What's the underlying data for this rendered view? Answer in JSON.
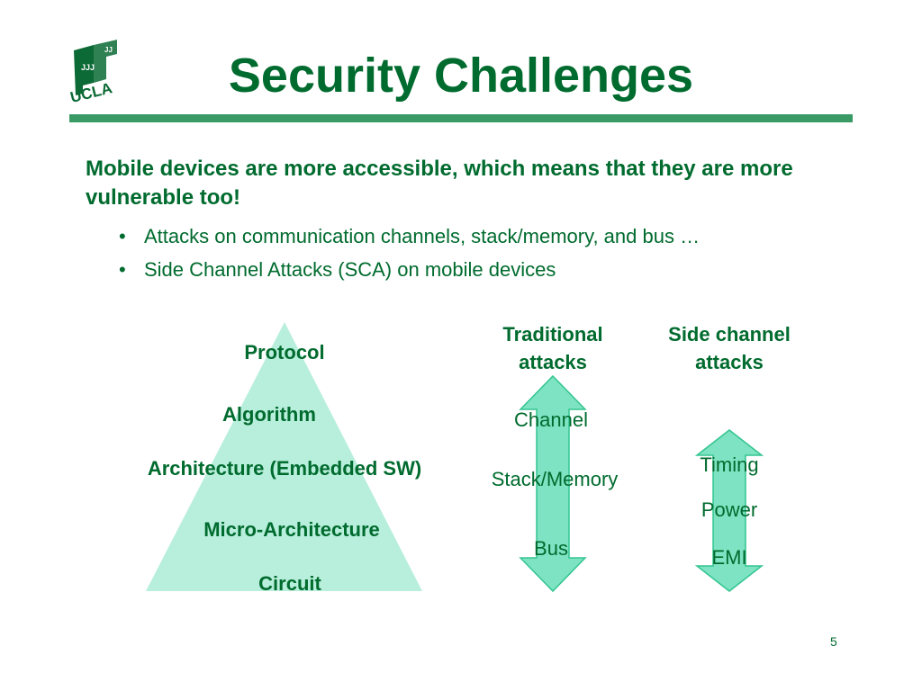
{
  "slide": {
    "title": "Security Challenges",
    "page_number": "5",
    "logo": "UCLA"
  },
  "lead": "Mobile devices are more accessible, which means that they are more vulnerable too!",
  "bullets": [
    "Attacks on communication channels, stack/memory, and bus …",
    "Side Channel Attacks (SCA) on mobile devices"
  ],
  "pyramid": {
    "levels": [
      "Protocol",
      "Algorithm",
      "Architecture (Embedded SW)",
      "Micro-Architecture",
      "Circuit"
    ]
  },
  "traditional": {
    "heading_line1": "Traditional",
    "heading_line2": "attacks",
    "items": [
      "Channel",
      "Stack/Memory",
      "Bus"
    ]
  },
  "side_channel": {
    "heading_line1": "Side channel",
    "heading_line2": "attacks",
    "items": [
      "Timing",
      "Power",
      "EMI"
    ]
  },
  "colors": {
    "title_green": "#006b2e",
    "rule_green": "#3a9a66",
    "pyramid_fill": "#b8efdc",
    "arrow_fill": "#7de3c2",
    "arrow_stroke": "#33c590"
  }
}
